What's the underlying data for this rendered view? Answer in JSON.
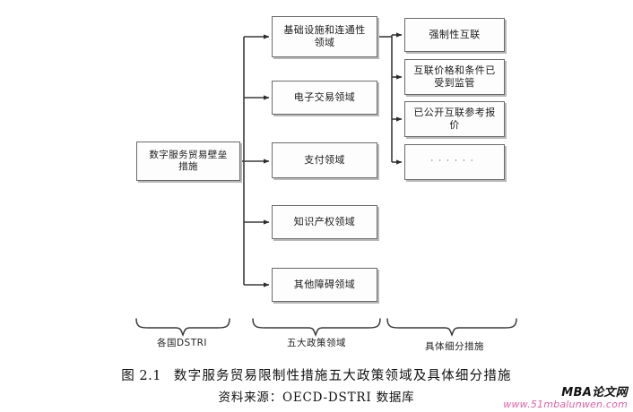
{
  "diagram": {
    "root": {
      "label_line1": "数字服务贸易壁垒",
      "label_line2": "措施"
    },
    "policy_areas": [
      {
        "id": "infrastructure",
        "label_line1": "基础设施和连通性",
        "label_line2": "领域"
      },
      {
        "id": "e-commerce",
        "label_line1": "电子交易领域",
        "label_line2": ""
      },
      {
        "id": "payment",
        "label_line1": "支付领域",
        "label_line2": ""
      },
      {
        "id": "ip",
        "label_line1": "知识产权领域",
        "label_line2": ""
      },
      {
        "id": "other-barriers",
        "label_line1": "其他障碍领域",
        "label_line2": ""
      }
    ],
    "sub_measures": [
      {
        "id": "mandatory-interconnection",
        "label_line1": "强制性互联",
        "label_line2": ""
      },
      {
        "id": "regulated-price-conditions",
        "label_line1": "互联价格和条件已",
        "label_line2": "受到监管"
      },
      {
        "id": "published-reference-offer",
        "label_line1": "已公开互联参考报",
        "label_line2": "价"
      },
      {
        "id": "ellipsis",
        "label_line1": "······",
        "label_line2": ""
      }
    ],
    "group_labels": [
      {
        "id": "dstri",
        "text": "各国DSTRI"
      },
      {
        "id": "five-policy-areas",
        "text": "五大政策领域"
      },
      {
        "id": "specific-measures",
        "text": "具体细分措施"
      }
    ]
  },
  "caption": {
    "figure_number": "图 2.1",
    "title": "数字服务贸易限制性措施五大政策领域及具体细分措施",
    "source": "资料来源：OECD-DSTRI 数据库"
  },
  "watermark": {
    "brand": "MBA论文网",
    "url": "www.51mbalunwen.com"
  },
  "colors": {
    "box_border": "#6a6a6a",
    "box_shadow": "#b9b9b9",
    "connector": "#3a3a3a",
    "watermark_url": "#e060a8"
  }
}
